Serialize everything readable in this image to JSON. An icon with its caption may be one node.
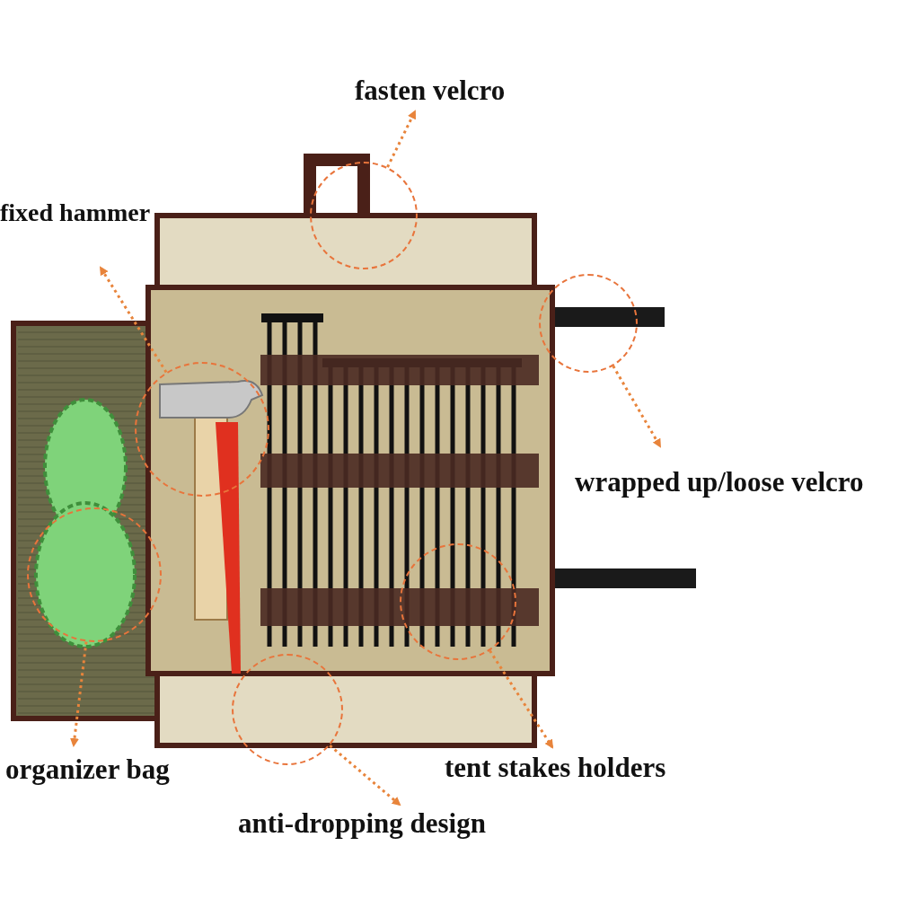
{
  "diagram": {
    "nodes": [
      {
        "text": [
          "fasten velcro"
        ]
      },
      {
        "text": [],
        "shape": "circle"
      },
      {
        "text": [
          "fixed hammer"
        ]
      },
      {
        "text": [],
        "shape": "circle"
      },
      {
        "text": [],
        "shape": "circle"
      },
      {
        "text": [
          "wrapped up/loose velcro"
        ]
      },
      {
        "text": [],
        "shape": "circle"
      },
      {
        "text": [
          "organizer bag"
        ]
      },
      {
        "text": [],
        "shape": "circle"
      },
      {
        "text": [
          "anti-dropping design"
        ]
      },
      {
        "text": [],
        "shape": "circle"
      },
      {
        "text": [
          "tent stakes holders"
        ]
      }
    ],
    "edges": [
      {
        "from": 1,
        "to": 0,
        "arrow": "to",
        "style": "dashed"
      },
      {
        "from": 3,
        "to": 2,
        "arrow": "to",
        "style": "dashed"
      },
      {
        "from": 4,
        "to": 5,
        "arrow": "to",
        "style": "dashed"
      },
      {
        "from": 6,
        "to": 7,
        "arrow": "to",
        "style": "dashed"
      },
      {
        "from": 8,
        "to": 9,
        "arrow": "to",
        "style": "dashed"
      },
      {
        "from": 10,
        "to": 11,
        "arrow": "to",
        "style": "dashed"
      }
    ]
  }
}
